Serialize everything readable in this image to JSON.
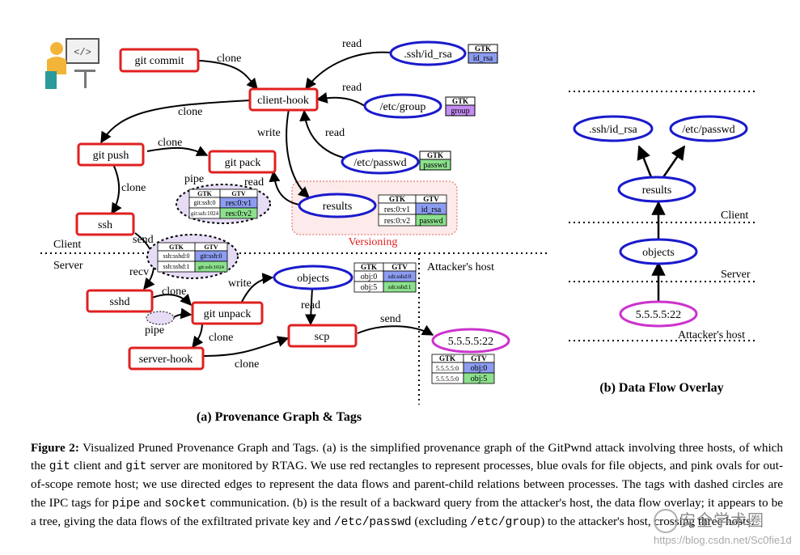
{
  "panel_a": {
    "title": "(a) Provenance Graph & Tags",
    "processes": {
      "git_commit": "git commit",
      "client_hook": "client-hook",
      "git_push": "git push",
      "git_pack": "git pack",
      "ssh": "ssh",
      "sshd": "sshd",
      "git_unpack": "git unpack",
      "server_hook": "server-hook",
      "scp": "scp"
    },
    "files": {
      "id_rsa": ".ssh/id_rsa",
      "group": "/etc/group",
      "passwd": "/etc/passwd",
      "results": "results",
      "objects": "objects"
    },
    "remote": "5.5.5.5:22",
    "edges": {
      "clone": "clone",
      "read": "read",
      "write": "write",
      "pipe": "pipe",
      "send": "send",
      "recv": "recv"
    },
    "regions": {
      "client": "Client",
      "server": "Server",
      "attacker": "Attacker's host",
      "versioning": "Versioning"
    },
    "tag_headers": {
      "gtk": "GTK",
      "gtv": "GTV"
    },
    "tags": {
      "id_rsa": "id_rsa",
      "group": "group",
      "passwd": "passwd",
      "pipe_gtk": [
        "git:ssh:0",
        "git:ssh:1024"
      ],
      "pipe_gtv": [
        "res:0:v1",
        "res:0:v2"
      ],
      "results_gtk": [
        "res:0:v1",
        "res:0:v2"
      ],
      "results_gtv": [
        "id_rsa",
        "passwd"
      ],
      "socket_gtk": [
        "ssh:sshd:0",
        "ssh:sshd:1"
      ],
      "socket_gtv": [
        "git:ssh:0",
        "git:ssh:1024"
      ],
      "objects_gtk": [
        "obj:0",
        "obj:5"
      ],
      "objects_gtv": [
        "ssh:sshd:0",
        "ssh:sshd:1"
      ],
      "remote_gtk": [
        "5.5.5.5:0",
        "5.5.5.5:0"
      ],
      "remote_gtv": [
        "obj:0",
        "obj:5"
      ]
    },
    "colors": {
      "process": "#e02020",
      "file": "#1a1acc",
      "remote": "#cc33cc",
      "tag_blue": "#8c9cf0",
      "tag_purple": "#c48cf0",
      "tag_green": "#8ce08c",
      "ipc": "#e6dcf5",
      "versioning_fill": "#fdeaea"
    },
    "icon": "user-at-computer-icon"
  },
  "panel_b": {
    "title": "(b) Data Flow Overlay",
    "nodes": {
      "id_rsa": ".ssh/id_rsa",
      "passwd": "/etc/passwd",
      "results": "results",
      "objects": "objects",
      "remote": "5.5.5.5:22"
    },
    "regions": {
      "client": "Client",
      "server": "Server",
      "attacker": "Attacker's host"
    }
  },
  "caption": {
    "label": "Figure 2:",
    "t1": " Visualized Pruned Provenance Graph and Tags. (a) is the simplified provenance graph of the GitPwnd attack involving three hosts, of which the ",
    "git1": "git",
    "t2": " client and ",
    "git2": "git",
    "t3": " server are monitored by R",
    "tag_sc": "TAG",
    "t4": ". We use red rectangles to represent processes, blue ovals for file objects, and pink ovals for out-of-scope remote host; we use directed edges to represent the data flows and parent-child relations between processes. The tags with dashed circles are the IPC tags for ",
    "pipe": "pipe",
    "t5": " and ",
    "socket": "socket",
    "t6": " communication. (b) is the result of a backward query from the attacker's host, the data flow overlay; it appears to be a tree, giving the data flows of the exfiltrated private key and ",
    "passwd": "/etc/passwd",
    "t7": " (excluding ",
    "group": "/etc/group",
    "t8": ") to the attacker's host, crossing three hosts."
  },
  "watermark": {
    "name": "安全学术圈",
    "url": "https://blog.csdn.net/Sc0fie1d"
  }
}
